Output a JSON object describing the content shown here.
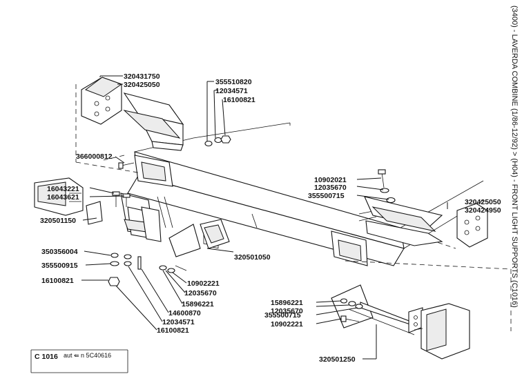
{
  "title": "(3400) - LAVERDA COMBINE (1/86-12/92) > (H04) - FRONT LIGHT SUPPORTS (C1016)",
  "ref_box": {
    "code": "C 1016",
    "note": "aut ⇚ n 5C40616"
  },
  "parts": {
    "p320431750": "320431750",
    "p320425050_top": "320425050",
    "p355510820": "355510820",
    "p12034571_top": "12034571",
    "p16100821_top": "16100821",
    "p366000812": "366000812",
    "p10902021": "10902021",
    "p12035670_r": "12035670",
    "p355500715_r": "355500715",
    "p320425050_r": "320425050",
    "p320424950": "320424950",
    "p16043221": "16043221",
    "p16043621": "16043621",
    "p320501150": "320501150",
    "p350356004": "350356004",
    "p355500915": "355500915",
    "p16100821_l": "16100821",
    "p320501050": "320501050",
    "p10902221_m": "10902221",
    "p12035670_m": "12035670",
    "p15896221_m": "15896221",
    "p14600870": "14600870",
    "p12034571_m": "12034571",
    "p16100821_m": "16100821",
    "p15896221_b": "15896221",
    "p12035670_b": "12035670",
    "p355500715_b": "355500715",
    "p10902221_b": "10902221",
    "p320501250": "320501250"
  }
}
